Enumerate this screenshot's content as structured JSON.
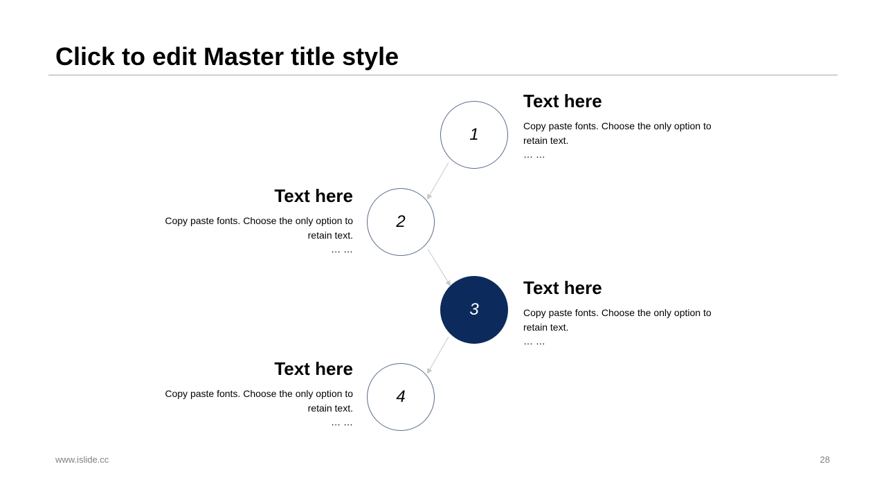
{
  "slide": {
    "title": "Click to edit Master title style",
    "footer_url": "www.islide.cc",
    "page_number": "28"
  },
  "colors": {
    "accent": "#0d2a5c",
    "circle_outline": "#596a8c",
    "connector": "#c8c8c8",
    "rule": "#a6a6a6",
    "footer_text": "#808080"
  },
  "steps": [
    {
      "number": "1",
      "heading": "Text here",
      "body": "Copy paste fonts. Choose the only option to retain text.",
      "more": "… …",
      "highlighted": false
    },
    {
      "number": "2",
      "heading": "Text here",
      "body": "Copy paste fonts. Choose the only option to retain text.",
      "more": "… …",
      "highlighted": false
    },
    {
      "number": "3",
      "heading": "Text here",
      "body": "Copy paste fonts. Choose the only option to retain text.",
      "more": "… …",
      "highlighted": true
    },
    {
      "number": "4",
      "heading": "Text here",
      "body": "Copy paste fonts. Choose the only option to retain text.",
      "more": "… …",
      "highlighted": false
    }
  ]
}
